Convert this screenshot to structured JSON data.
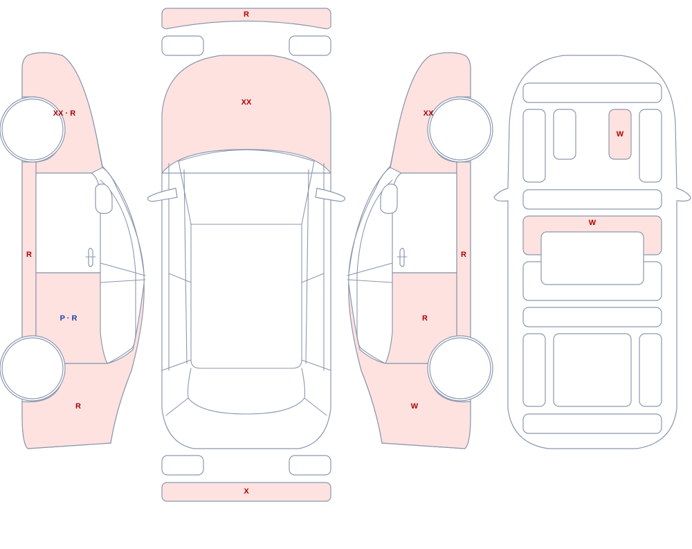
{
  "colors": {
    "damage_fill": "#fde2e0",
    "outline": "#8a96ad",
    "red_code": "#b00000",
    "blue_code": "#1c3fa8",
    "background": "#ffffff"
  },
  "views": {
    "left_side": {
      "front_fender": {
        "code": "XX · R",
        "damaged": true
      },
      "rocker_panel": {
        "code": "R",
        "damaged": true
      },
      "rear_door": {
        "code": "P · R",
        "color": "blue",
        "damaged": true
      },
      "rear_quarter": {
        "code": "R",
        "damaged": true
      }
    },
    "top": {
      "front_bumper": {
        "code": "R",
        "damaged": true
      },
      "hood": {
        "code": "XX",
        "damaged": true
      },
      "rear_bumper": {
        "code": "X",
        "damaged": true
      }
    },
    "right_side": {
      "front_fender": {
        "code": "XX",
        "damaged": true
      },
      "rocker_panel": {
        "code": "R",
        "damaged": true
      },
      "rear_door": {
        "code": "R",
        "damaged": true
      },
      "rear_quarter": {
        "code": "W",
        "damaged": true
      }
    },
    "underside": {
      "rear_floor_part": {
        "code": "W",
        "damaged": true
      },
      "center_crossmember": {
        "code": "W",
        "damaged": true
      }
    }
  }
}
